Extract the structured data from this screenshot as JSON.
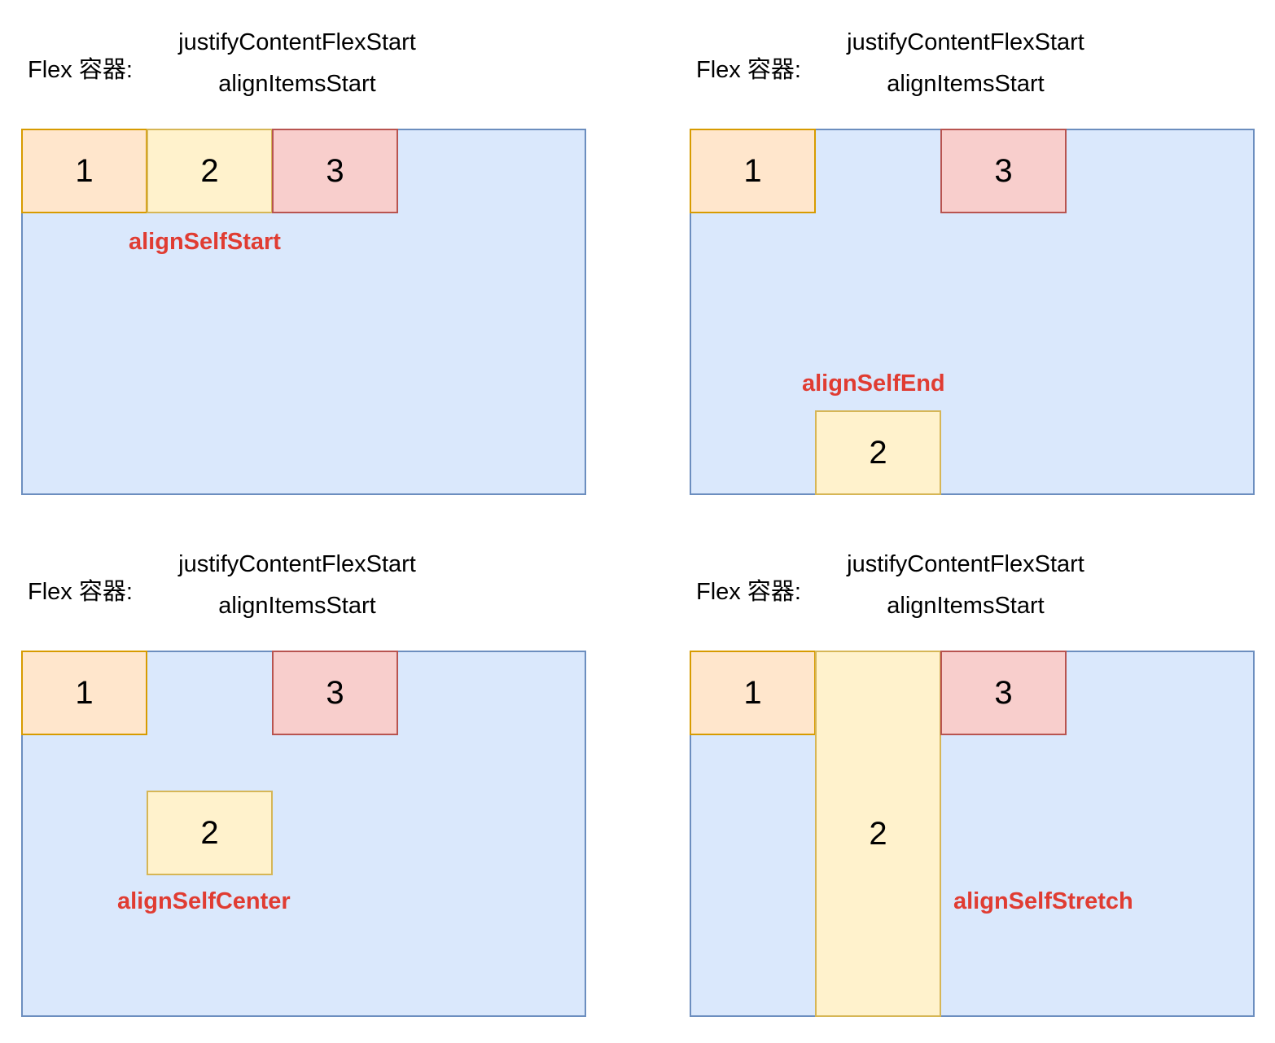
{
  "common": {
    "prefix": "Flex 容器:",
    "justify": "justifyContentFlexStart",
    "align": "alignItemsStart"
  },
  "items": {
    "one": "1",
    "two": "2",
    "three": "3"
  },
  "panels": [
    {
      "align_self_label": "alignSelfStart"
    },
    {
      "align_self_label": "alignSelfEnd"
    },
    {
      "align_self_label": "alignSelfCenter"
    },
    {
      "align_self_label": "alignSelfStretch"
    }
  ],
  "colors": {
    "container_fill": "#dae8fc",
    "container_border": "#6c8ebf",
    "item1_fill": "#ffe6cc",
    "item2_fill": "#fff2cc",
    "item3_fill": "#f8cecc",
    "label_red": "#e03c32"
  }
}
